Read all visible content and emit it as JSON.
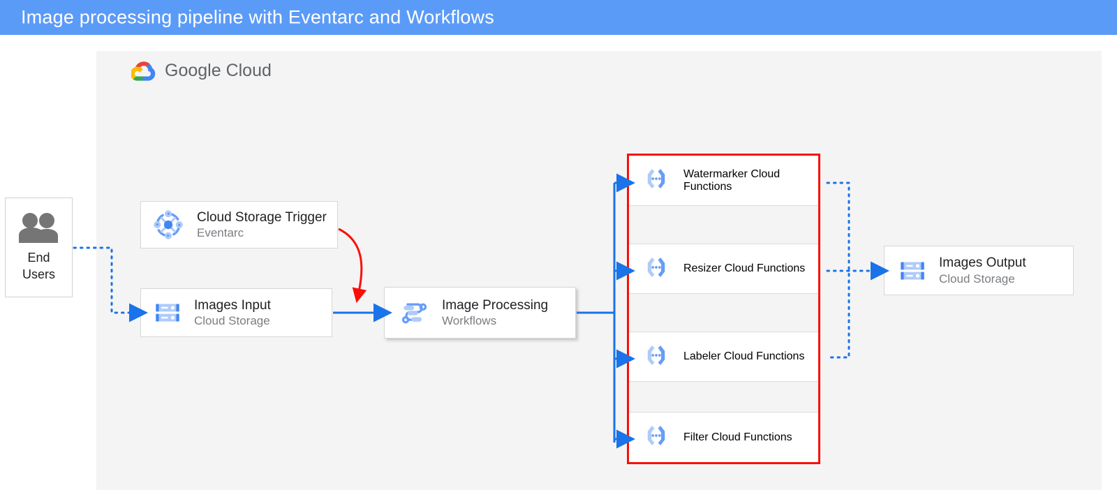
{
  "header": {
    "title": "Image processing pipeline with Eventarc and Workflows",
    "background_color": "#5b9bf8",
    "text_color": "#ffffff"
  },
  "cloud_panel": {
    "logo_text_part1": "Google",
    "logo_text_part2": "Cloud",
    "logo_icon": "google-cloud-logo",
    "background_color": "#f4f4f4"
  },
  "actors": {
    "end_users": {
      "label_line1": "End",
      "label_line2": "Users",
      "icon": "users-icon",
      "icon_color": "#757575"
    }
  },
  "nodes": [
    {
      "id": "cloud-storage-trigger",
      "title": "Cloud Storage Trigger",
      "subtitle": "Eventarc",
      "icon": "eventarc-icon"
    },
    {
      "id": "images-input",
      "title": "Images Input",
      "subtitle": "Cloud Storage",
      "icon": "cloud-storage-icon"
    },
    {
      "id": "image-processing",
      "title": "Image Processing",
      "subtitle": "Workflows",
      "icon": "workflows-icon"
    },
    {
      "id": "images-output",
      "title": "Images Output",
      "subtitle": "Cloud Storage",
      "icon": "cloud-storage-icon"
    }
  ],
  "functions_group": {
    "border_color": "#fa0f08",
    "items": [
      {
        "title": "Watermarker",
        "subtitle": "Cloud Functions",
        "icon": "cloud-functions-icon"
      },
      {
        "title": "Resizer",
        "subtitle": "Cloud Functions",
        "icon": "cloud-functions-icon"
      },
      {
        "title": "Labeler",
        "subtitle": "Cloud Functions",
        "icon": "cloud-functions-icon"
      },
      {
        "title": "Filter",
        "subtitle": "Cloud Functions",
        "icon": "cloud-functions-icon"
      }
    ]
  },
  "connectors": {
    "solid_color": "#1a73e8",
    "dotted_color": "#1a73e8",
    "highlight_color": "#fa0f08"
  }
}
